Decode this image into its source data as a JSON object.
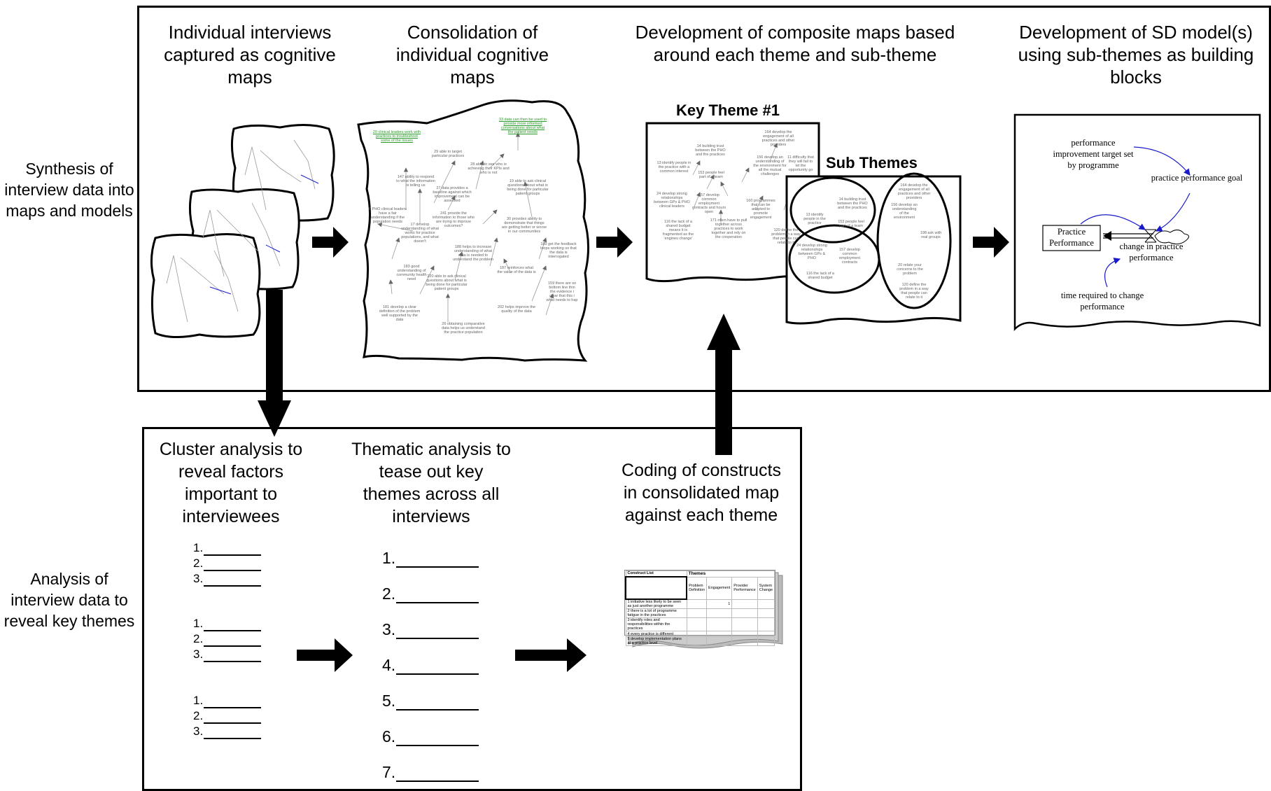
{
  "headers": {
    "individual_interviews": "Individual interviews captured as cognitive maps",
    "consolidation": "Consolidation of individual cognitive maps",
    "composite_maps": "Development of composite maps based around each theme and sub-theme",
    "sd_models": "Development of SD model(s) using sub-themes as building blocks"
  },
  "side_labels": {
    "synthesis": "Synthesis of interview data into maps and models",
    "analysis": "Analysis of interview data to reveal key themes"
  },
  "composite": {
    "key_theme": "Key Theme #1",
    "sub_themes": "Sub Themes"
  },
  "analysis": {
    "cluster": "Cluster analysis to reveal factors important to interviewees",
    "thematic": "Thematic analysis to tease out key themes across all interviews",
    "coding": "Coding of constructs in consolidated map against each theme"
  },
  "cluster_lists": [
    [
      "1.",
      "2.",
      "3."
    ],
    [
      "1.",
      "2.",
      "3."
    ],
    [
      "1.",
      "2.",
      "3."
    ]
  ],
  "thematic_list": [
    "1.",
    "2.",
    "3.",
    "4.",
    "5.",
    "6.",
    "7."
  ],
  "consolidated_map": {
    "nodes": [
      "20 clinical leaders work with practices to troubleshoot some of the issues",
      "33 data can then be used to provide more informed conversations about what the patient needs",
      "29 able to target particular practices",
      "28 able to see who is achieving their KPIs and who is not",
      "147 ability to respond to what the information is telling us",
      "27 data provides a baseline against which improvement can be assessed",
      "19 able to ask clinical questions about what is being done for particular patient groups",
      "6 PHO clinical leaders have a fair understanding if the population needs",
      "241 provide the information to those who are trying to improve outcomes?",
      "17 develop understanding of what works for practice populations, and what doesn't",
      "30 provides ability to demonstrate that things are getting better or worse in our communities",
      "189 get the feedback loops working so that the data is interrogated",
      "188 helps to increase understanding of what data is needed to understand the problem",
      "183 good understanding of community health need",
      "220 able to ask clinical questions about what is being done for particular patient groups",
      "187 reinforces what the value of the data is",
      "181 develop a clear definition of the problem well supported by the data",
      "26 obtaining comparative data helps us understand the practice population",
      "202 helps improve the quality of the data",
      "159 there are so bottom line thin the evidence i clear that this i what needs to hap"
    ]
  },
  "key_theme_nodes": [
    "14 building trust between the PHO and the practices",
    "13 identify people in the practice with a common interest",
    "153 people feel part of a team",
    "24 develop strong relationships between GPs & PHO clinical leaders",
    "157 develop common employment contracts and hours open",
    "116 the lack of a shared budget means it is fragmented as the 'engines change'",
    "171 often have to pull together across practices to work together and rely on the cooperation",
    "160 programmes that can be adapted to promote engagement",
    "156 develop an understanding of the environment for all the mutual challenges",
    "164 develop the engagement of all practices and other providers",
    "11 difficulty that they will fail to let the opportunity go",
    "120 define the problem in a way that people can relate to it"
  ],
  "sub_theme_nodes": [
    "14 building trust between the PHO and the practices",
    "13 identify people in the practice",
    "153 people feel part of a team",
    "24 develop strong relationships between GPs & PHO",
    "157 develop common employment contracts",
    "116 the lack of a shared budget",
    "164 develop the engagement of all practices and other providers",
    "156 develop an understanding of the environment",
    "198 ask with real groups",
    "20 relate your concerns to the problem",
    "120 define the problem in a way that people can relate to it"
  ],
  "sd_model": {
    "target": "performance improvement target set by programme",
    "goal": "practice performance goal",
    "stock": "Practice Performance",
    "flow": "change in practice performance",
    "time": "time required to change performance"
  },
  "spreadsheet": {
    "title": "Construct List",
    "themes_label": "Themes",
    "columns": [
      "Problem Definition",
      "Engagement",
      "Provider Performance",
      "System Change"
    ],
    "rows": [
      "1 initiative less likely to be seen as just another programme",
      "2 there is a lot of programme fatigue in the practices",
      "3 identify roles and responsibilities within the practices",
      "4 every practice is different",
      "5 develop implementation plans at a practice level"
    ],
    "marked_value": "1"
  },
  "colors": {
    "line": "#000000",
    "map_node_text": "#666666",
    "highlight_green": "#2a9a2a",
    "highlight_blue": "#1a1acc",
    "sd_arrow_blue": "#1a1acc"
  }
}
